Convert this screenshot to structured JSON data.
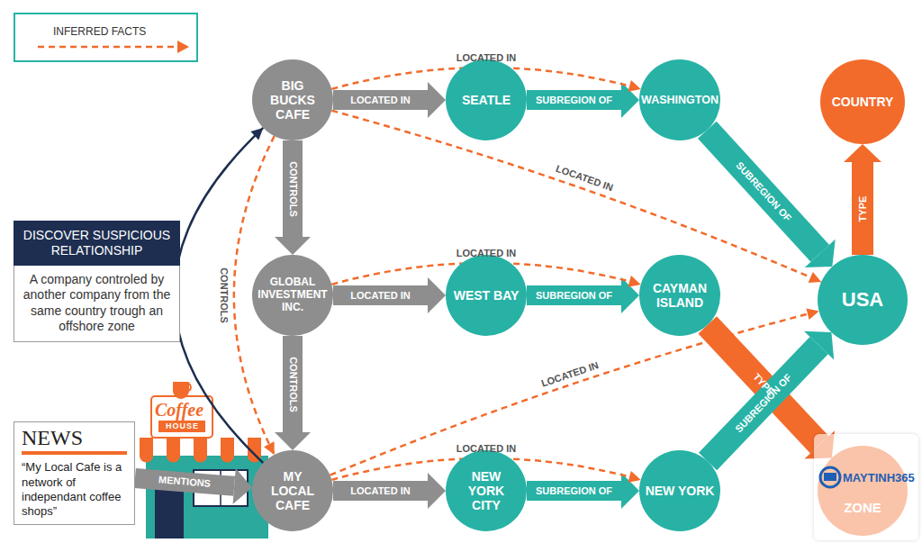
{
  "diagram": {
    "nodes": [
      {
        "text": [
          "BIG BUCKS CAFE"
        ]
      },
      {
        "text": [
          "SEATLE"
        ]
      },
      {
        "text": [
          "WASHINGTON"
        ]
      },
      {
        "text": [
          "COUNTRY"
        ]
      },
      {
        "text": [
          "DISCOVER SUSPICIOUS RELATIONSHIP",
          "A company controled by another company from the same country trough an offshore zone"
        ]
      },
      {
        "text": [
          "GLOBAL INVESTMENT INC."
        ]
      },
      {
        "text": [
          "WEST BAY"
        ]
      },
      {
        "text": [
          "CAYMAN ISLAND"
        ]
      },
      {
        "text": [
          "USA"
        ]
      },
      {
        "text": [
          "NEWS",
          "“My Local Cafe is a network of independant coffee shops”"
        ]
      },
      {
        "text": [
          "MY LOCAL CAFE"
        ]
      },
      {
        "text": [
          "NEW YORK CITY"
        ]
      },
      {
        "text": [
          "NEW YORK"
        ]
      },
      {
        "text": [
          "ZONE"
        ]
      }
    ],
    "edges": [
      {
        "from": 0,
        "to": 1,
        "label": "LOCATED IN",
        "arrow": "to"
      },
      {
        "from": 1,
        "to": 2,
        "label": "SUBREGION OF",
        "arrow": "to"
      },
      {
        "from": 2,
        "to": 8,
        "label": "SUBREGION OF",
        "arrow": "to"
      },
      {
        "from": 8,
        "to": 3,
        "label": "TYPE",
        "arrow": "to"
      },
      {
        "from": 0,
        "to": 5,
        "label": "CONTROLS",
        "arrow": "to"
      },
      {
        "from": 5,
        "to": 6,
        "label": "LOCATED IN",
        "arrow": "to"
      },
      {
        "from": 6,
        "to": 7,
        "label": "SUBREGION OF",
        "arrow": "to"
      },
      {
        "from": 7,
        "to": 13,
        "label": "TYPE",
        "arrow": "to"
      },
      {
        "from": 5,
        "to": 10,
        "label": "CONTROLS",
        "arrow": "to"
      },
      {
        "from": 10,
        "to": 11,
        "label": "LOCATED IN",
        "arrow": "to"
      },
      {
        "from": 11,
        "to": 12,
        "label": "SUBREGION OF",
        "arrow": "to"
      },
      {
        "from": 12,
        "to": 8,
        "label": "SUBREGION OF",
        "arrow": "to"
      },
      {
        "from": 9,
        "to": 10,
        "label": "MENTIONS",
        "arrow": "to"
      },
      {
        "from": 0,
        "to": 2,
        "label": "LOCATED IN",
        "arrow": "to"
      },
      {
        "from": 0,
        "to": 8,
        "label": "LOCATED IN",
        "arrow": "to"
      },
      {
        "from": 5,
        "to": 7,
        "label": "LOCATED IN",
        "arrow": "to"
      },
      {
        "from": 10,
        "to": 8,
        "label": "LOCATED IN",
        "arrow": "to"
      },
      {
        "from": 10,
        "to": 12,
        "label": "LOCATED IN",
        "arrow": "to"
      },
      {
        "from": 0,
        "to": 10,
        "label": "CONTROLS",
        "arrow": "to"
      },
      {
        "from": 10,
        "to": 0,
        "arrow": "to"
      }
    ],
    "labels": [
      "Coffee",
      "HOUSE",
      "MAYTINH365"
    ],
    "legend": [
      {
        "text": "INFERRED FACTS"
      }
    ]
  }
}
